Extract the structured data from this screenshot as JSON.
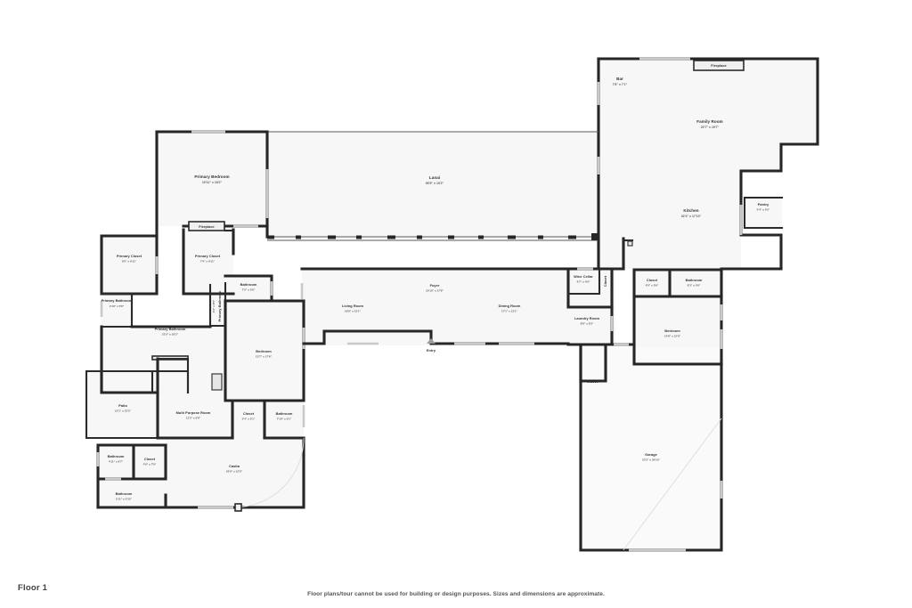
{
  "page": {
    "floor_label": "Floor 1",
    "disclaimer": "Floor plans/tour cannot be used for building or design purposes. Sizes and dimensions are approximate.",
    "background_color": "#ffffff",
    "wall_color": "#262626",
    "room_fill_color": "#f7f7f7",
    "label_color": "#333333",
    "dimension_color": "#5d5d5d"
  },
  "rooms": [
    {
      "id": "bar",
      "name": "Bar",
      "dimensions": "7'8\" x 7'1\""
    },
    {
      "id": "family-room",
      "name": "Family Room",
      "dimensions": "20'7\" x 19'7\""
    },
    {
      "id": "pantry",
      "name": "Pantry",
      "dimensions": "5'4\" x 5'5\""
    },
    {
      "id": "kitchen",
      "name": "Kitchen",
      "dimensions": "32'4\" x 17'10\""
    },
    {
      "id": "lanai",
      "name": "Lanai",
      "dimensions": "59'5\" x 19'2\""
    },
    {
      "id": "primary-bedroom",
      "name": "Primary Bedroom",
      "dimensions": "19'11\" x 18'2\""
    },
    {
      "id": "primary-closet-west",
      "name": "Primary Closet",
      "dimensions": "8'5\" x 9'11\""
    },
    {
      "id": "primary-closet-east",
      "name": "Primary Closet",
      "dimensions": "7'4\" x 9'11\""
    },
    {
      "id": "primary-bathroom-small",
      "name": "Primary Bathroom",
      "dimensions": "4'10\" x 5'6\""
    },
    {
      "id": "primary-bathroom-narrow",
      "name": "Primary Bathroom",
      "dimensions": "3'6\" x 8'5\""
    },
    {
      "id": "primary-bathroom-main",
      "name": "Primary Bathroom",
      "dimensions": "21'5\" x 18'2\""
    },
    {
      "id": "bathroom-upper-center",
      "name": "Bathroom",
      "dimensions": "7'5\" x 5'9\""
    },
    {
      "id": "bedroom-center",
      "name": "Bedroom",
      "dimensions": "13'7\" x 17'6\""
    },
    {
      "id": "patio",
      "name": "Patio",
      "dimensions": "12'1\" x 12'2\""
    },
    {
      "id": "multi-purpose-room",
      "name": "Multi Purpose Room",
      "dimensions": "11'2\" x 9'6\""
    },
    {
      "id": "closet-center-lower",
      "name": "Closet",
      "dimensions": "5'4\" x 5'1\""
    },
    {
      "id": "bathroom-center-lower",
      "name": "Bathroom",
      "dimensions": "7'10\" x 5'1\""
    },
    {
      "id": "bathroom-lower-left",
      "name": "Bathroom",
      "dimensions": "4'11\" x 6'7\""
    },
    {
      "id": "closet-lower-left",
      "name": "Closet",
      "dimensions": "4'6\" x 7'6\""
    },
    {
      "id": "bathroom-bottom-left",
      "name": "Bathroom",
      "dimensions": "5'11\" x 5'10\""
    },
    {
      "id": "casita",
      "name": "Casita",
      "dimensions": "20'5\" x 12'5\""
    },
    {
      "id": "foyer",
      "name": "Foyer",
      "dimensions": "10'10\" x 17'8\""
    },
    {
      "id": "living-room",
      "name": "Living Room",
      "dimensions": "18'8\" x 13'1\""
    },
    {
      "id": "dining-room",
      "name": "Dining Room",
      "dimensions": "17'1\" x 13'1\""
    },
    {
      "id": "wine-cellar",
      "name": "Wine Cellar",
      "dimensions": "6'7\" x 4'6\""
    },
    {
      "id": "closet-wine",
      "name": "Closet",
      "dimensions": ""
    },
    {
      "id": "laundry-room",
      "name": "Laundry Room",
      "dimensions": "8'8\" x 8'3\""
    },
    {
      "id": "closet-garage-hall",
      "name": "Closet",
      "dimensions": ""
    },
    {
      "id": "closet-right",
      "name": "Closet",
      "dimensions": "4'5\" x 5'6\""
    },
    {
      "id": "bathroom-right",
      "name": "Bathroom",
      "dimensions": "8'3\" x 5'6\""
    },
    {
      "id": "bedroom-right",
      "name": "Bedroom",
      "dimensions": "14'8\" x 12'6\""
    },
    {
      "id": "garage",
      "name": "Garage",
      "dimensions": "23'3\" x 30'10\""
    }
  ],
  "features": [
    {
      "id": "fireplace-family",
      "name": "Fireplace"
    },
    {
      "id": "fireplace-primary",
      "name": "Fireplace"
    },
    {
      "id": "entry",
      "name": "Entry"
    }
  ]
}
